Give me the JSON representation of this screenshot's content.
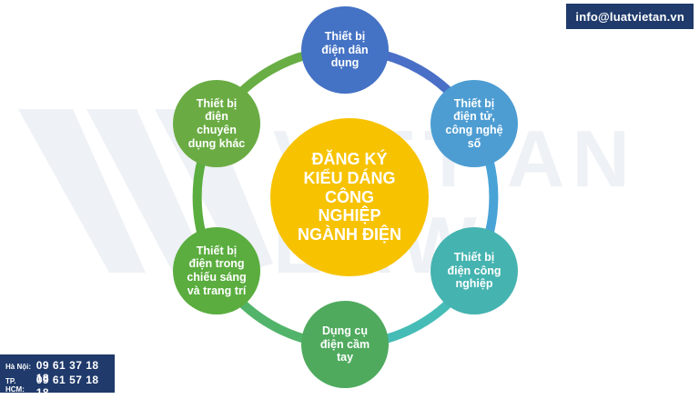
{
  "contact": {
    "email": "info@luatvietan.vn",
    "hanoi_label": "Hà Nội:",
    "hanoi_phone": "09 61 37 18 18",
    "hcm_label": "TP. HCM:",
    "hcm_phone": "09 61 57 18 18"
  },
  "watermark_text": [
    "VIET AN",
    "LAW"
  ],
  "diagram": {
    "center": "ĐĂNG KÝ\nKIỂU DÁNG\nCÔNG\nNGHIỆP\nNGÀNH ĐIỆN",
    "nodes": [
      "Thiết bị\nđiện dân\ndụng",
      "Thiết bị\nđiện tử,\ncông nghệ\nsố",
      "Thiết bị\nđiện công\nnghiệp",
      "Dụng cụ\nđiện cầm\ntay",
      "Thiết bị\nđiện trong\nchiếu sáng\nvà trang trí",
      "Thiết bị\nđiện\nchuyên\ndụng khác"
    ],
    "colors": {
      "center": "#f7c200",
      "ring": [
        "#4472c4",
        "#4d9dd3",
        "#45b3b0",
        "#4faa5e",
        "#5aad3e",
        "#6aac43"
      ]
    }
  }
}
